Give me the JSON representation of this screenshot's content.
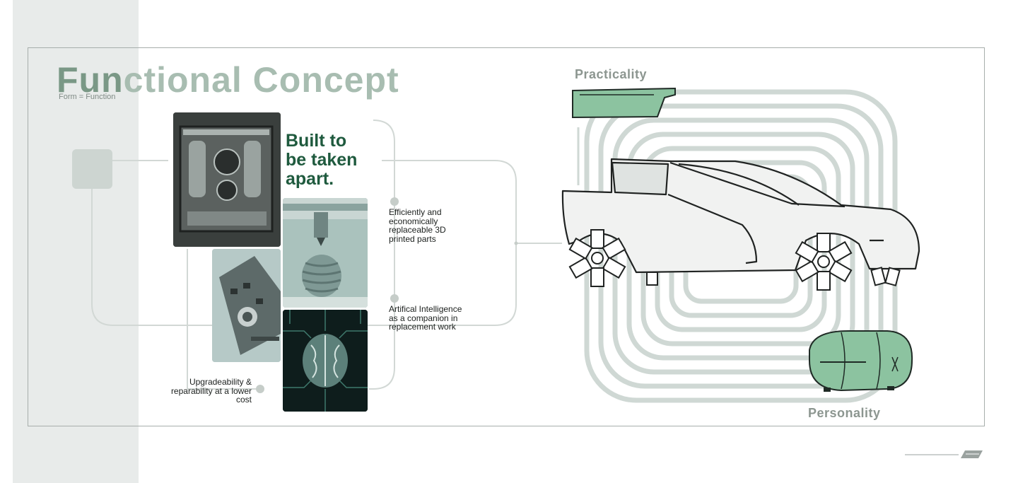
{
  "slide": {
    "title_a": "Fun",
    "title_b": "ctional Concept",
    "subtitle": "Form = Function",
    "headline_lines": [
      "Built to",
      "be taken",
      "apart."
    ],
    "features": {
      "printed_parts": "Efficiently and economically replaceable 3D printed parts",
      "ai": "Artifical Intelligence as a companion in replacement work",
      "upgrade": "Upgradeability & reparability at a lower cost"
    },
    "labels": {
      "practicality": "Practicality",
      "personality": "Personality"
    }
  },
  "colors": {
    "accent_green": "#1f5a3e",
    "module_green": "#8cc3a0",
    "title_grey_green": "#a8bdb1",
    "line_grey": "#cdd5d2"
  },
  "icons": {
    "logo": "brand-logo-icon"
  }
}
